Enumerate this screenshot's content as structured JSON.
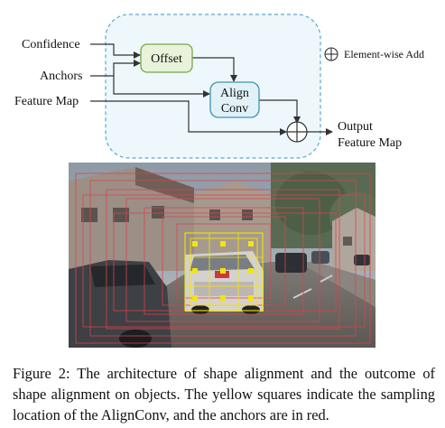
{
  "diagram": {
    "inputs": {
      "confidence": "Confidence",
      "anchors": "Anchors",
      "feature_map": "Feature Map"
    },
    "blocks": {
      "offset": "Offset",
      "align_line1": "Align",
      "align_line2": "Conv"
    },
    "output": {
      "line1": "Output",
      "line2": "Feature Map"
    },
    "legend": {
      "label": "Element-wise Add"
    },
    "colors": {
      "offset_fill": "#e8f3d9",
      "offset_stroke": "#72a850",
      "align_fill": "#e2f1f7",
      "align_stroke": "#3d93b3",
      "module_fill": "#eef7fb",
      "module_stroke": "#5aa9cc"
    }
  },
  "photo": {
    "anchor_color": "#e0424a",
    "sampling_color": "#f4e600"
  },
  "caption": {
    "prefix": "Figure 2:",
    "text": "The architecture of shape alignment and the outcome of shape alignment on objects. The yellow squares indicate the sampling location of the AlignConv, and the anchors are in red."
  }
}
